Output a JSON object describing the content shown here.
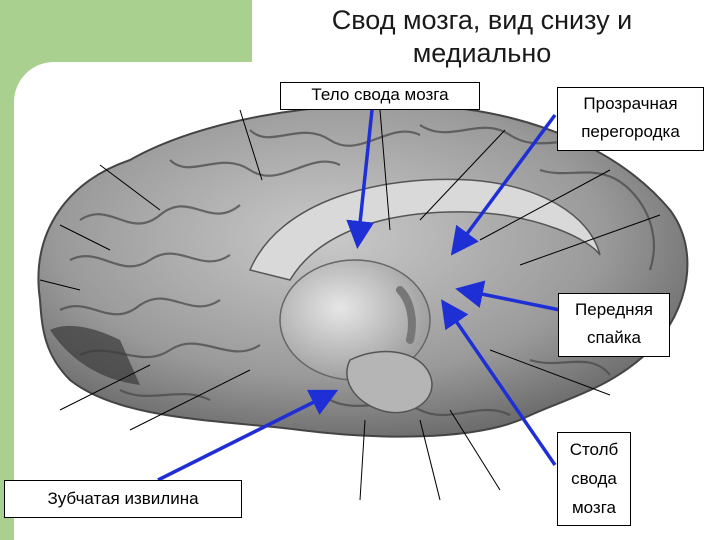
{
  "slide": {
    "title": "Свод мозга, вид снизу и медиально"
  },
  "labels": {
    "body_of_fornix": "Тело свода мозга",
    "septum_pellucidum": "Прозрачная перегородка",
    "anterior_commissure": "Передняя спайка",
    "column_of_fornix": "Столб свода мозга",
    "dentate_gyrus": "Зубчатая извилина"
  },
  "colors": {
    "accent_green": "#a9d08e",
    "arrow_blue": "#1f2fd6",
    "brain_gray": "#8c8c8c"
  }
}
